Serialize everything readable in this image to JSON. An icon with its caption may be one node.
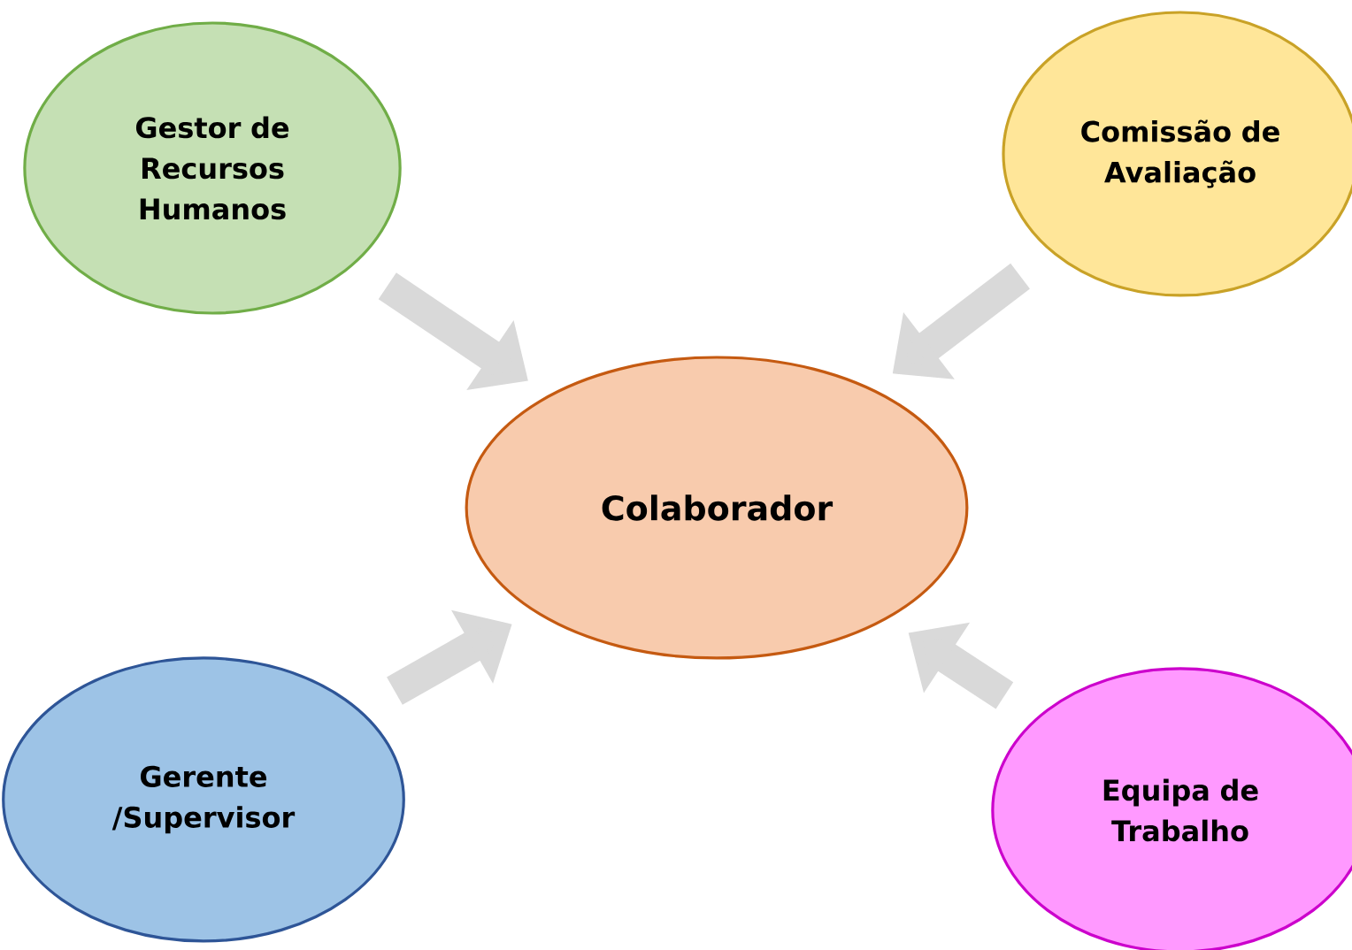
{
  "diagram": {
    "nodes": [
      {
        "text": [
          "Gestor de Recursos Humanos"
        ]
      },
      {
        "text": [
          "Comissão de Avaliação"
        ]
      },
      {
        "text": [
          "Colaborador"
        ]
      },
      {
        "text": [
          "Gerente /Supervisor"
        ]
      },
      {
        "text": [
          "Equipa de Trabalho"
        ]
      }
    ],
    "edges": [
      {
        "from": 0,
        "to": 2,
        "arrow": "to",
        "color": "#d9d9d9"
      },
      {
        "from": 1,
        "to": 2,
        "arrow": "to",
        "color": "#d9d9d9"
      },
      {
        "from": 3,
        "to": 2,
        "arrow": "to",
        "color": "#d9d9d9"
      },
      {
        "from": 4,
        "to": 2,
        "arrow": "to",
        "color": "#d9d9d9"
      }
    ]
  }
}
